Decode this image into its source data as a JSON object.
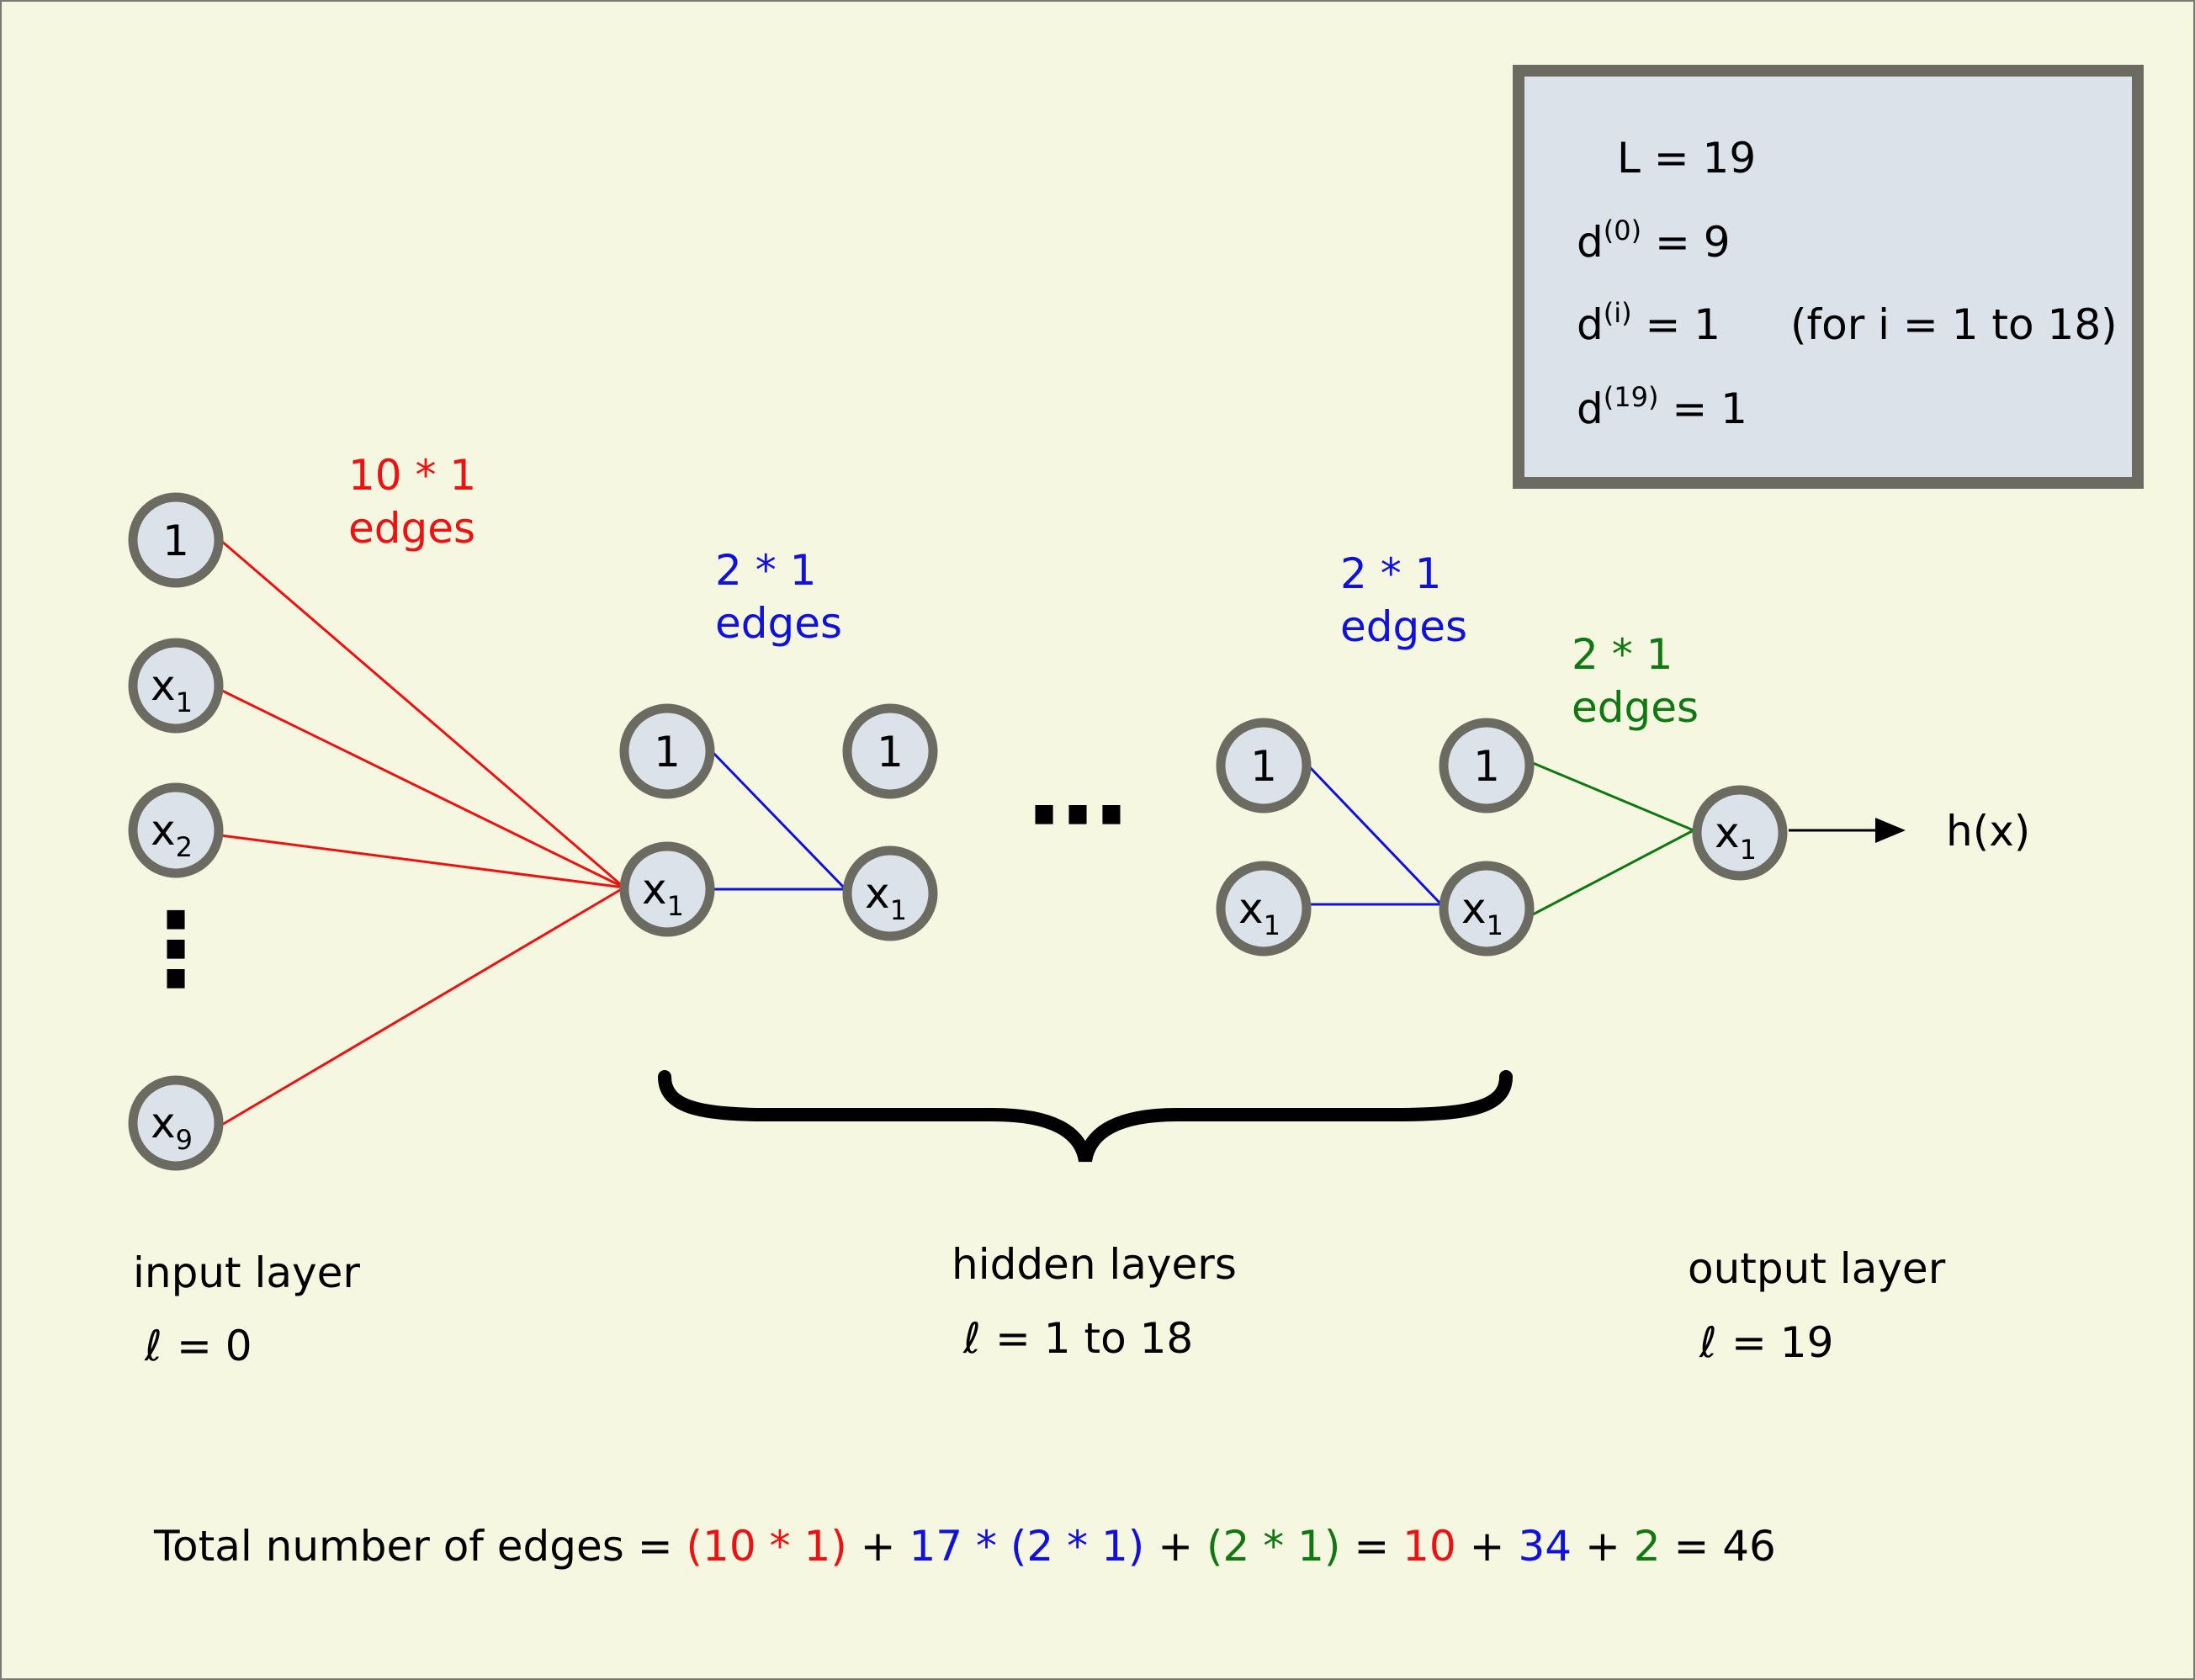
{
  "colors": {
    "background": "#f5f7e1",
    "node_fill": "#dbe2e9",
    "node_stroke": "#6b6b62",
    "input_edges": "#ee1111",
    "hidden_edges": "#1111dd",
    "output_edges": "#117711",
    "text": "#000000"
  },
  "info_box": {
    "L": "L = 19",
    "d0_base": "d",
    "d0_sup": "(0)",
    "d0_rest": " =  9",
    "di_base": "d",
    "di_sup": "(i)",
    "di_rest": "  =  1",
    "di_note": "(for i = 1 to 18)",
    "d19_base": "d",
    "d19_sup": "(19)",
    "d19_rest": " = 1"
  },
  "edge_labels": {
    "input": {
      "line1": "10 * 1",
      "line2": "edges"
    },
    "hidden_first": {
      "line1": "2 * 1",
      "line2": "edges"
    },
    "hidden_last": {
      "line1": "2 * 1",
      "line2": "edges"
    },
    "output": {
      "line1": "2 * 1",
      "line2": "edges"
    }
  },
  "nodes": {
    "input_bias": "1",
    "input_x1_base": "x",
    "input_x1_sub": "1",
    "input_x2_base": "x",
    "input_x2_sub": "2",
    "input_x9_base": "x",
    "input_x9_sub": "9",
    "h1_bias": "1",
    "h1_x_base": "x",
    "h1_x_sub": "1",
    "h2_bias": "1",
    "h2_x_base": "x",
    "h2_x_sub": "1",
    "h17_bias": "1",
    "h17_x_base": "x",
    "h17_x_sub": "1",
    "h18_bias": "1",
    "h18_x_base": "x",
    "h18_x_sub": "1",
    "out_x_base": "x",
    "out_x_sub": "1"
  },
  "ellipsis": {
    "vertical": "⋮",
    "horizontal": "⋯"
  },
  "output_label": "h(x)",
  "layers": {
    "input": {
      "name": "input layer",
      "ell": "ℓ",
      "index": "= 0"
    },
    "hidden": {
      "name": "hidden layers",
      "ell": "ℓ",
      "index": "= 1 to 18"
    },
    "output": {
      "name": "output layer",
      "ell": "ℓ",
      "index": "= 19"
    }
  },
  "total": {
    "prefix": "Total number of edges = ",
    "t1": "(10 * 1)",
    "p1": " + ",
    "t2": "17 * (2 * 1)",
    "p2": " + ",
    "t3": "(2 * 1)",
    "eq": " = ",
    "v1": "10",
    "p3": " + ",
    "v2": "34",
    "p4": " + ",
    "v3": "2",
    "result": " = 46"
  }
}
